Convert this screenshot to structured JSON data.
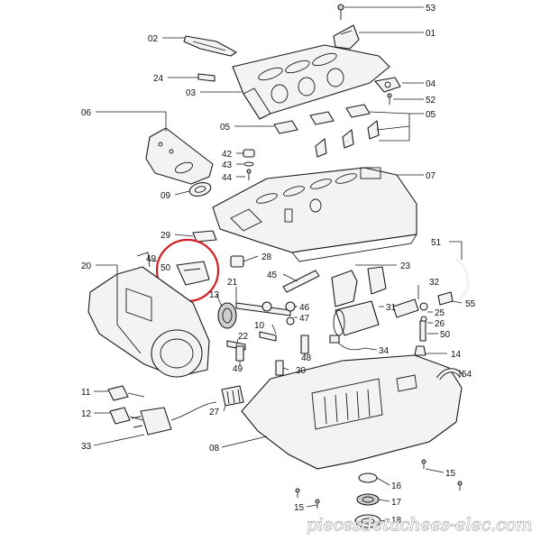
{
  "diagram": {
    "labels": [
      {
        "id": "p53",
        "text": "53"
      },
      {
        "id": "p01",
        "text": "01"
      },
      {
        "id": "p02",
        "text": "02"
      },
      {
        "id": "p24",
        "text": "24"
      },
      {
        "id": "p03",
        "text": "03"
      },
      {
        "id": "p04",
        "text": "04"
      },
      {
        "id": "p52",
        "text": "52"
      },
      {
        "id": "p06",
        "text": "06"
      },
      {
        "id": "p05a",
        "text": "05"
      },
      {
        "id": "p05b",
        "text": "05"
      },
      {
        "id": "p42",
        "text": "42"
      },
      {
        "id": "p43",
        "text": "43"
      },
      {
        "id": "p44",
        "text": "44"
      },
      {
        "id": "p07",
        "text": "07"
      },
      {
        "id": "p09",
        "text": "09"
      },
      {
        "id": "p29",
        "text": "29"
      },
      {
        "id": "p51",
        "text": "51"
      },
      {
        "id": "p49",
        "text": "49"
      },
      {
        "id": "p20",
        "text": "20"
      },
      {
        "id": "p50a",
        "text": "50"
      },
      {
        "id": "p28",
        "text": "28"
      },
      {
        "id": "p45",
        "text": "45"
      },
      {
        "id": "p23",
        "text": "23"
      },
      {
        "id": "p13",
        "text": "13"
      },
      {
        "id": "p21",
        "text": "21"
      },
      {
        "id": "p32",
        "text": "32"
      },
      {
        "id": "p55",
        "text": "55"
      },
      {
        "id": "p31",
        "text": "31"
      },
      {
        "id": "p25",
        "text": "25"
      },
      {
        "id": "p46",
        "text": "46"
      },
      {
        "id": "p47",
        "text": "47"
      },
      {
        "id": "p26",
        "text": "26"
      },
      {
        "id": "p10",
        "text": "10"
      },
      {
        "id": "p22",
        "text": "22"
      },
      {
        "id": "p50b",
        "text": "50"
      },
      {
        "id": "p48",
        "text": "48"
      },
      {
        "id": "p34",
        "text": "34"
      },
      {
        "id": "p14",
        "text": "14"
      },
      {
        "id": "p49b",
        "text": "49"
      },
      {
        "id": "p30",
        "text": "30"
      },
      {
        "id": "p54",
        "text": "54"
      },
      {
        "id": "p11",
        "text": "11"
      },
      {
        "id": "p12",
        "text": "12"
      },
      {
        "id": "p27",
        "text": "27"
      },
      {
        "id": "p08",
        "text": "08"
      },
      {
        "id": "p33",
        "text": "33"
      },
      {
        "id": "p15a",
        "text": "15"
      },
      {
        "id": "p16",
        "text": "16"
      },
      {
        "id": "p17",
        "text": "17"
      },
      {
        "id": "p15b",
        "text": "15"
      },
      {
        "id": "p18",
        "text": "18"
      }
    ]
  },
  "watermark": "piecesdetachees-elec.com",
  "colors": {
    "line": "#1a1a1a",
    "fill": "#f3f3f3",
    "highlight": "#d41f26",
    "background": "#ffffff"
  }
}
